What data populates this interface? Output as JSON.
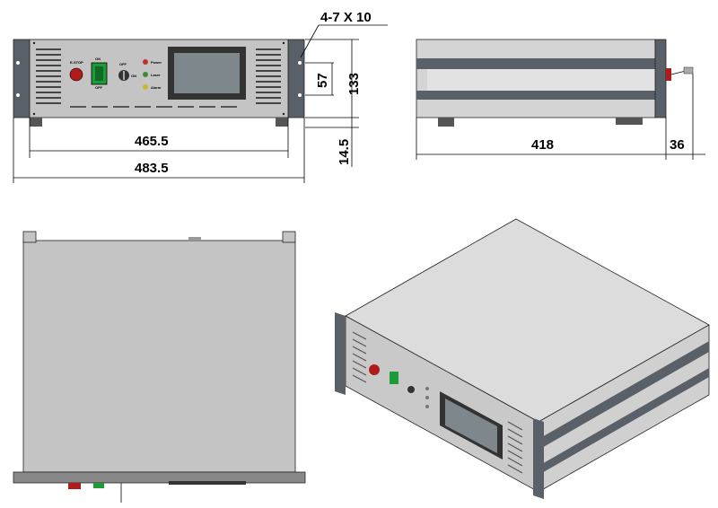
{
  "dimensions": {
    "hole_spec": "4-7 X 10",
    "panel_width_inner": "465.5",
    "panel_width_outer": "483.5",
    "height_total": "133",
    "height_window": "57",
    "foot_height": "14.5",
    "depth": "418",
    "rear_protrusion": "36"
  },
  "panel_labels": {
    "estop": "E-STOP",
    "on": "ON",
    "off": "OFF",
    "key_off": "OFF",
    "key_on": "ON",
    "power": "Power",
    "laser": "Laser",
    "alarm": "Alarm"
  },
  "colors": {
    "panel_gray": "#c4c4c4",
    "rack_dark": "#5a6068",
    "estop_red": "#b01c1c",
    "switch_green": "#1f9a3a",
    "screen": "#7d878c",
    "cover": "#dcdcdc"
  }
}
